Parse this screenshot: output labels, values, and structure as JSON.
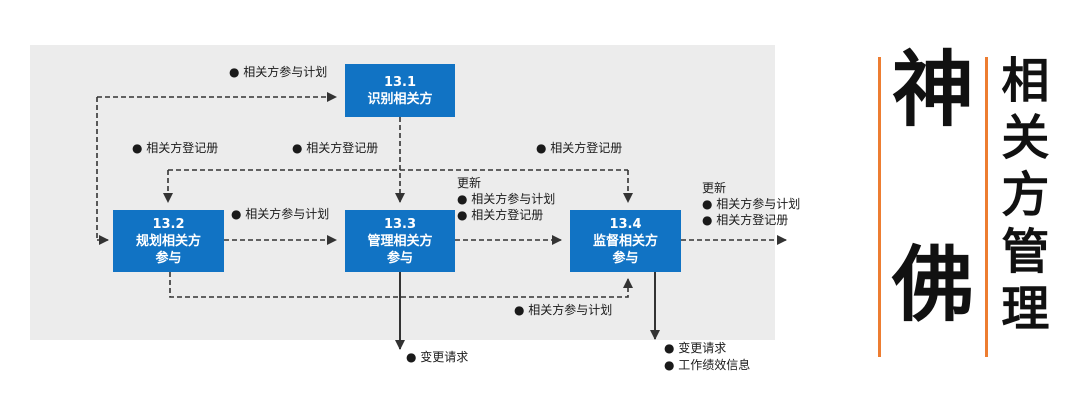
{
  "diagram": {
    "boxes": [
      {
        "number": "13.1",
        "name_line1": "识别相关方",
        "name_line2": ""
      },
      {
        "number": "13.2",
        "name_line1": "规划相关方",
        "name_line2": "参与"
      },
      {
        "number": "13.3",
        "name_line1": "管理相关方",
        "name_line2": "参与"
      },
      {
        "number": "13.4",
        "name_line1": "监督相关方",
        "name_line2": "参与"
      }
    ],
    "labels": {
      "plan_to_identify": "● 相关方参与计划",
      "register_left": "● 相关方登记册",
      "register_mid": "● 相关方登记册",
      "register_right": "● 相关方登记册",
      "plan_to_manage": "● 相关方参与计划",
      "update_heading": "更新",
      "update_plan": "● 相关方参与计划",
      "update_register": "● 相关方登记册",
      "plan_to_monitor": "● 相关方参与计划",
      "change_request": "● 变更请求",
      "work_performance_info": "● 工作绩效信息"
    },
    "colors": {
      "process_box": "#1173c4",
      "panel_background": "#ececec",
      "arrow": "#333333"
    }
  },
  "brand": {
    "character_top": "神",
    "character_bottom": "佛",
    "vertical_title": "相关方管理",
    "accent_color": "#ed7d31"
  }
}
